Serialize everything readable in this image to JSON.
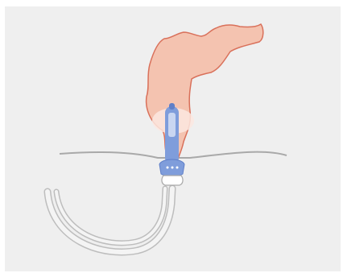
{
  "colors": {
    "background": "#efefef",
    "colon_fill": "#f4c3b0",
    "colon_stroke": "#d9705a",
    "colon_highlight": "#fbe8e1",
    "skin_line": "#a9a9a9",
    "device_blue": "#7f9ddb",
    "device_blue_dark": "#5f7fc8",
    "device_light": "#c9d6f1",
    "tube_stroke": "#bdbdbd",
    "tube_fill": "#f4f4f4",
    "cap_white": "#ffffff"
  },
  "icons": {
    "colon": "large-intestine-illustration",
    "device": "ostomy-irrigation-tube",
    "tubing": "coiled-tubing"
  }
}
